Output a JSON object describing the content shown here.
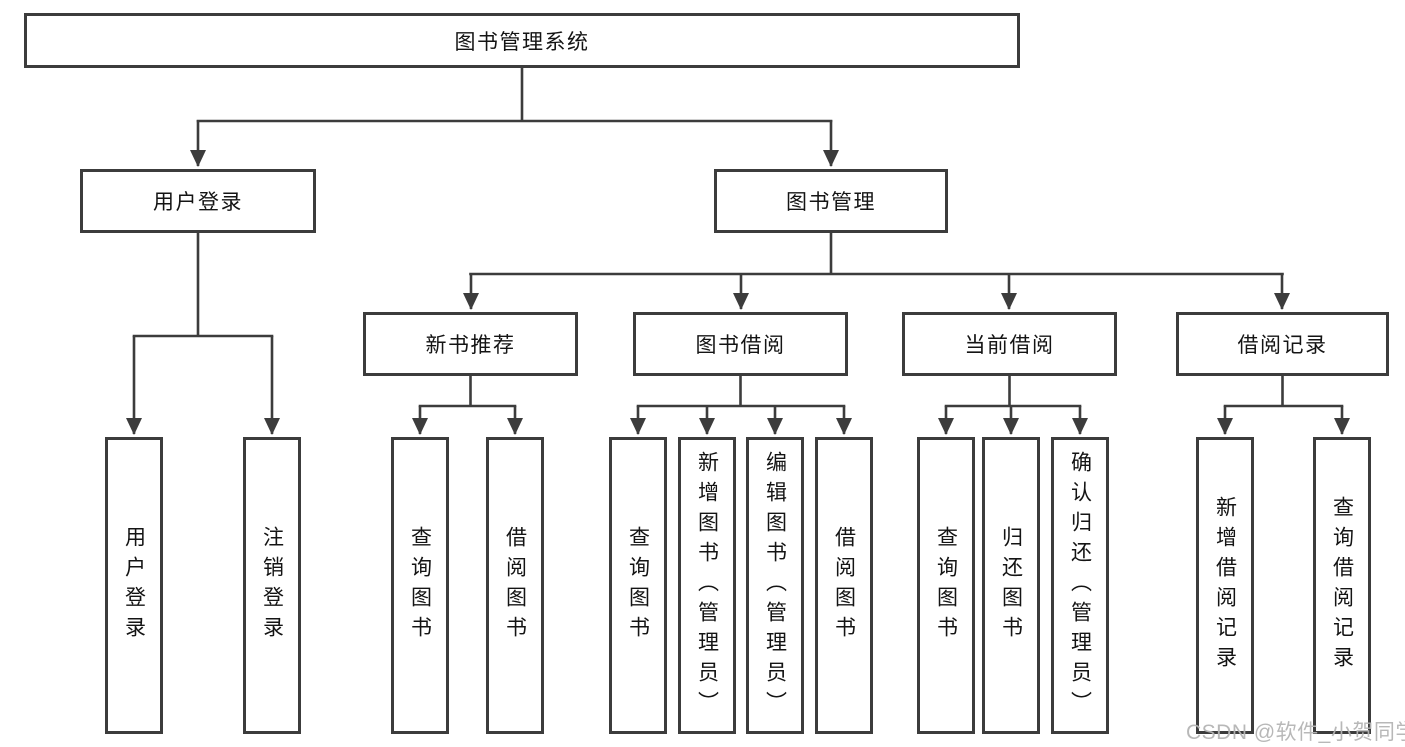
{
  "diagram": {
    "title": "图书管理系统",
    "branches": [
      {
        "label": "用户登录",
        "children": [
          {
            "label": "用户登录"
          },
          {
            "label": "注销登录"
          }
        ]
      },
      {
        "label": "图书管理",
        "children": [
          {
            "label": "新书推荐",
            "children": [
              {
                "label": "查询图书"
              },
              {
                "label": "借阅图书"
              }
            ]
          },
          {
            "label": "图书借阅",
            "children": [
              {
                "label": "查询图书"
              },
              {
                "label": "新增图书（管理员）"
              },
              {
                "label": "编辑图书（管理员）"
              },
              {
                "label": "借阅图书"
              }
            ]
          },
          {
            "label": "当前借阅",
            "children": [
              {
                "label": "查询图书"
              },
              {
                "label": "归还图书"
              },
              {
                "label": "确认归还（管理员）"
              }
            ]
          },
          {
            "label": "借阅记录",
            "children": [
              {
                "label": "新增借阅记录"
              },
              {
                "label": "查询借阅记录"
              }
            ]
          }
        ]
      }
    ]
  },
  "watermark": {
    "text": "CSDN @软件_小贺同学"
  },
  "colors": {
    "line": "#3c3c3c",
    "text": "#141414",
    "background": "#ffffff",
    "watermark": "#b5b5b5"
  }
}
